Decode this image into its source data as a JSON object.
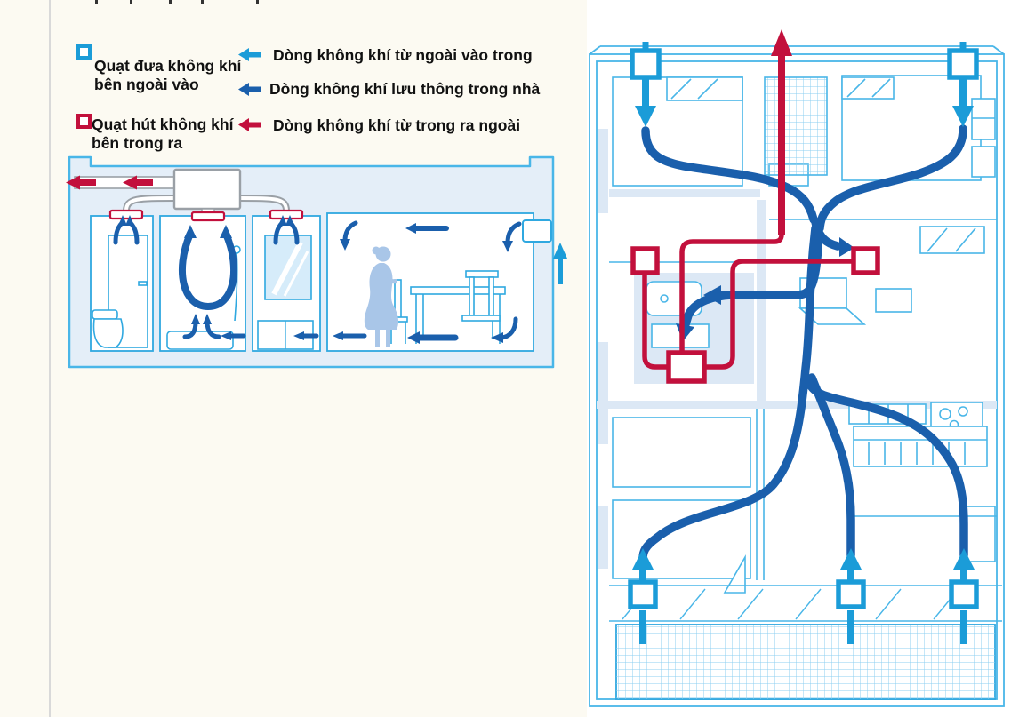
{
  "colors": {
    "intake_blue": "#1B9CD8",
    "flow_blue": "#1A5FAC",
    "exhaust_red": "#C2103C",
    "line_blue": "#49B6E8",
    "line_blue_strong": "#2FA8E0",
    "wall_fill": "#DCE8F5",
    "house_fill": "#E4EEF8",
    "duct_gray": "#9AA0A6",
    "person_fill": "#A9C6E8",
    "mirror_fill": "#D6ECFA",
    "grid_blue": "#8CCFF0",
    "text_color": "#111111",
    "left_bg": "#FCFAF2",
    "divider": "#D9D9D9"
  },
  "legend": {
    "fans": [
      {
        "name": "intake-fan",
        "line1": "Quạt đưa không khí",
        "line2": "bên ngoài vào"
      },
      {
        "name": "exhaust-fan",
        "line1": "Quạt hút không khí",
        "line2": "bên trong ra"
      }
    ],
    "flows": [
      {
        "name": "flow-outside-in",
        "label": "Dòng không khí từ ngoài vào trong"
      },
      {
        "name": "flow-circulating",
        "label": "Dòng không khí lưu thông trong nhà"
      },
      {
        "name": "flow-inside-out",
        "label": "Dòng không khí từ trong ra ngoài"
      }
    ]
  },
  "figures": {
    "left": "house-cross-section-ventilation",
    "right": "house-floor-plan-ventilation",
    "icons": [
      "intake-fan-icon",
      "exhaust-fan-icon",
      "airflow-arrow",
      "exhaust-duct",
      "central-exhaust-unit",
      "ceiling-vent"
    ]
  }
}
